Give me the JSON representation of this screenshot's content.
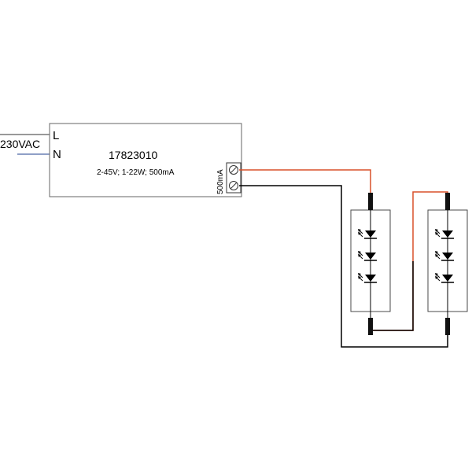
{
  "input": {
    "voltage_label": "230VAC"
  },
  "driver": {
    "terminal_L": "L",
    "terminal_N": "N",
    "part_number": "17823010",
    "spec": "2-45V; 1-22W; 500mA",
    "output_current": "500mA"
  },
  "led_modules": [
    {
      "diode_count": 3
    },
    {
      "diode_count": 3
    }
  ],
  "colors": {
    "positive_wire": "#d9502a",
    "negative_wire": "#000000",
    "mains_wire": "#1f3f8f",
    "module_outline": "#4a4a4a",
    "background": "#ffffff"
  }
}
